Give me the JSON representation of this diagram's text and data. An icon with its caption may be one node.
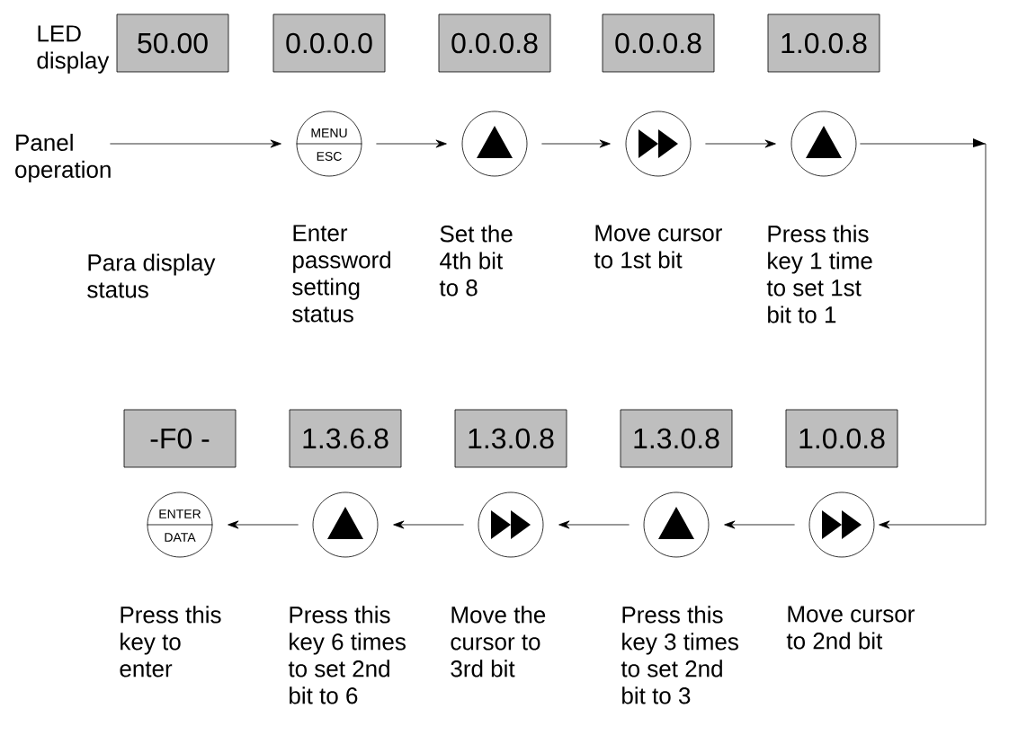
{
  "diagram": {
    "nodes": [
      {
        "text": [
          "50.00"
        ]
      },
      {
        "text": [
          "0.0.0.0"
        ]
      },
      {
        "text": [
          "0.0.0.8"
        ]
      },
      {
        "text": [
          "0.0.0.8"
        ]
      },
      {
        "text": [
          "1.0.0.8"
        ]
      },
      {
        "text": [
          "Panel operation"
        ]
      },
      {
        "text": [
          "MENU",
          "ESC"
        ],
        "beside": [
          "Enter password setting status"
        ]
      },
      {
        "text": [],
        "shape": "circle",
        "beside": [
          "Set the 4th bit to 8"
        ]
      },
      {
        "text": [],
        "shape": "circle",
        "beside": [
          "Move cursor to 1st bit"
        ]
      },
      {
        "text": [],
        "shape": "circle",
        "beside": [
          "Press this key 1 time to set 1st bit to 1"
        ]
      },
      {
        "text": [
          "-F0 -"
        ]
      },
      {
        "text": [
          "1.3.6.8"
        ]
      },
      {
        "text": [
          "1.3.0.8"
        ]
      },
      {
        "text": [
          "1.3.0.8"
        ]
      },
      {
        "text": [
          "1.0.0.8"
        ]
      },
      {
        "text": [
          "ENTER",
          "DATA"
        ],
        "beside": [
          "Press this key to enter"
        ]
      },
      {
        "text": [],
        "shape": "circle",
        "beside": [
          "Press this key 6 times to set 2nd bit to 6"
        ]
      },
      {
        "text": [],
        "shape": "circle",
        "beside": [
          "Move the cursor to 3rd bit"
        ]
      },
      {
        "text": [],
        "shape": "circle",
        "beside": [
          "Press this key 3 times to set 2nd bit to 3"
        ]
      },
      {
        "text": [],
        "shape": "circle",
        "beside": [
          "Move cursor to 2nd bit"
        ]
      }
    ],
    "edges": [
      {
        "from": 5,
        "to": 6,
        "arrow": "to"
      },
      {
        "from": 6,
        "to": 7,
        "arrow": "to"
      },
      {
        "from": 7,
        "to": 8,
        "arrow": "to"
      },
      {
        "from": 8,
        "to": 9,
        "arrow": "to"
      },
      {
        "from": 9,
        "to": 19,
        "arrow": "to"
      },
      {
        "from": 19,
        "to": 18,
        "arrow": "to"
      },
      {
        "from": 18,
        "to": 17,
        "arrow": "to"
      },
      {
        "from": 17,
        "to": 16,
        "arrow": "to"
      },
      {
        "from": 16,
        "to": 15,
        "arrow": "to"
      }
    ],
    "labels": [
      "LED display",
      "Para display status"
    ]
  }
}
